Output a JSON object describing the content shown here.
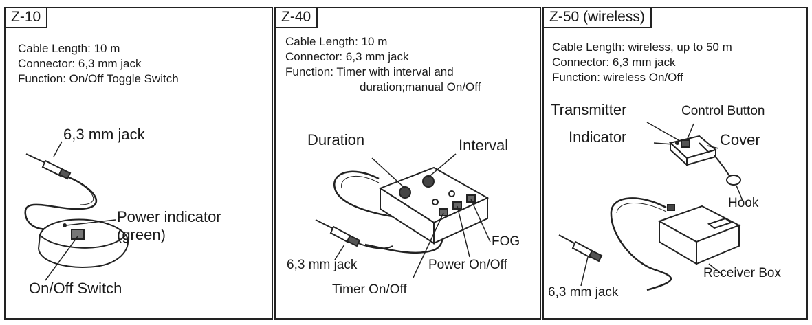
{
  "panels": [
    {
      "model": "Z-10",
      "specs": [
        "Cable Length: 10 m",
        "Connector: 6,3 mm jack",
        "Function: On/Off Toggle Switch"
      ],
      "labels": {
        "jack": "6,3 mm jack",
        "indicator_1": "Power indicator",
        "indicator_2": "(green)",
        "switch": "On/Off Switch"
      }
    },
    {
      "model": "Z-40",
      "specs": [
        "Cable Length: 10 m",
        "Connector: 6,3 mm jack",
        "Function: Timer with interval and",
        "duration;manual On/Off"
      ],
      "labels": {
        "duration": "Duration",
        "interval": "Interval",
        "fog": "FOG",
        "jack": "6,3 mm jack",
        "power": "Power On/Off",
        "timer": "Timer On/Off"
      }
    },
    {
      "model": "Z-50 (wireless)",
      "specs": [
        "Cable Length: wireless, up to 50 m",
        "Connector: 6,3 mm jack",
        "Function: wireless On/Off"
      ],
      "labels": {
        "transmitter": "Transmitter",
        "control": "Control Button",
        "indicator": "Indicator",
        "cover": "Cover",
        "hook": "Hook",
        "receiver": "Receiver Box",
        "jack": "6,3 mm jack"
      }
    }
  ]
}
